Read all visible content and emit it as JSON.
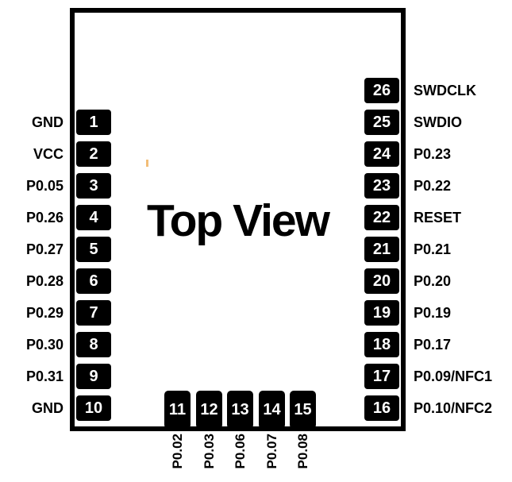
{
  "title": "Top View",
  "colors": {
    "background": "#ffffff",
    "ink": "#000000",
    "pad": "#000000",
    "pad_text": "#ffffff",
    "artifact_mark": "#f2bd77"
  },
  "pins": {
    "left": [
      {
        "num": "1",
        "label": "GND"
      },
      {
        "num": "2",
        "label": "VCC"
      },
      {
        "num": "3",
        "label": "P0.05"
      },
      {
        "num": "4",
        "label": "P0.26"
      },
      {
        "num": "5",
        "label": "P0.27"
      },
      {
        "num": "6",
        "label": "P0.28"
      },
      {
        "num": "7",
        "label": "P0.29"
      },
      {
        "num": "8",
        "label": "P0.30"
      },
      {
        "num": "9",
        "label": "P0.31"
      },
      {
        "num": "10",
        "label": "GND"
      }
    ],
    "right": [
      {
        "num": "26",
        "label": "SWDCLK"
      },
      {
        "num": "25",
        "label": "SWDIO"
      },
      {
        "num": "24",
        "label": "P0.23"
      },
      {
        "num": "23",
        "label": "P0.22"
      },
      {
        "num": "22",
        "label": "RESET"
      },
      {
        "num": "21",
        "label": "P0.21"
      },
      {
        "num": "20",
        "label": "P0.20"
      },
      {
        "num": "19",
        "label": "P0.19"
      },
      {
        "num": "18",
        "label": "P0.17"
      },
      {
        "num": "17",
        "label": "P0.09/NFC1"
      },
      {
        "num": "16",
        "label": "P0.10/NFC2"
      }
    ],
    "bottom": [
      {
        "num": "11",
        "label": "P0.02"
      },
      {
        "num": "12",
        "label": "P0.03"
      },
      {
        "num": "13",
        "label": "P0.06"
      },
      {
        "num": "14",
        "label": "P0.07"
      },
      {
        "num": "15",
        "label": "P0.08"
      }
    ]
  }
}
